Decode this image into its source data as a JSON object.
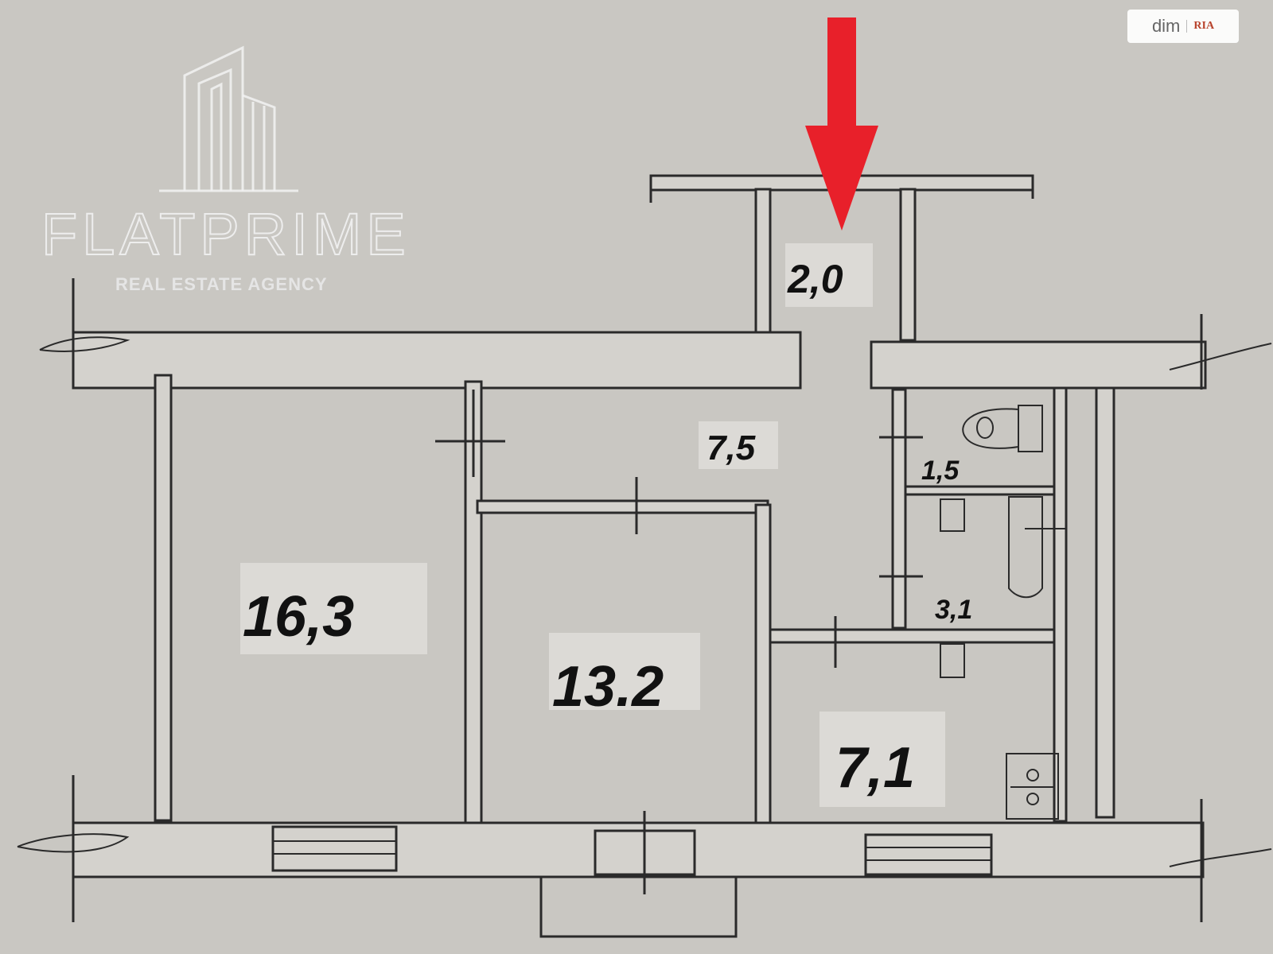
{
  "logo": {
    "name": "FLATPRIME",
    "tagline": "REAL ESTATE AGENCY"
  },
  "watermark": {
    "site": "dim",
    "brand": "RIA"
  },
  "rooms": {
    "room_large": "16,3",
    "room_middle": "13.2",
    "kitchen": "7,1",
    "hallway": "7,5",
    "balcony": "2,0",
    "toilet": "1,5",
    "bathroom": "3,1"
  },
  "colors": {
    "arrow": "#e8202a",
    "background": "#c9c7c2"
  },
  "icons": [
    "down-arrow-icon",
    "toilet-icon",
    "bathtub-icon",
    "stove-icon",
    "door-icon"
  ]
}
